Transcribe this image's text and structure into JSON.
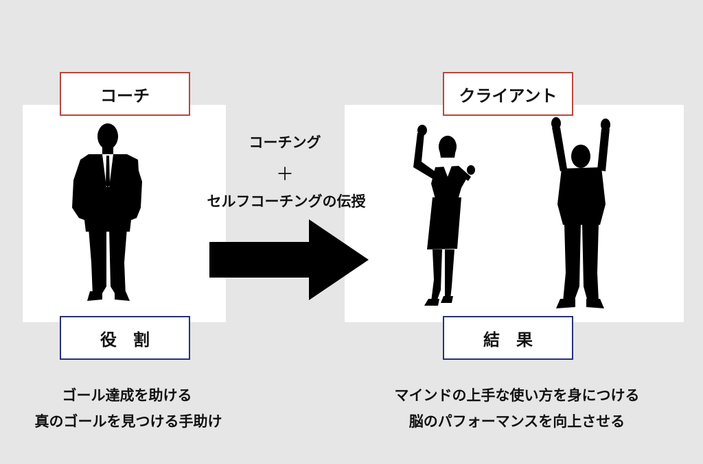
{
  "coach": {
    "label": "コーチ",
    "role_label": "役　割",
    "caption_line1": "ゴール達成を助ける",
    "caption_line2": "真のゴールを見つける手助け"
  },
  "process": {
    "line1": "コーチング",
    "line2": "＋",
    "line3": "セルフコーチングの伝授"
  },
  "client": {
    "label": "クライアント",
    "result_label": "結　果",
    "caption_line1": "マインドの上手な使い方を身につける",
    "caption_line2": "脳のパフォーマンスを向上させる"
  },
  "colors": {
    "background": "#e6e6e6",
    "coach_border": "#b5483c",
    "role_border": "#26307a",
    "silhouette": "#000000"
  }
}
